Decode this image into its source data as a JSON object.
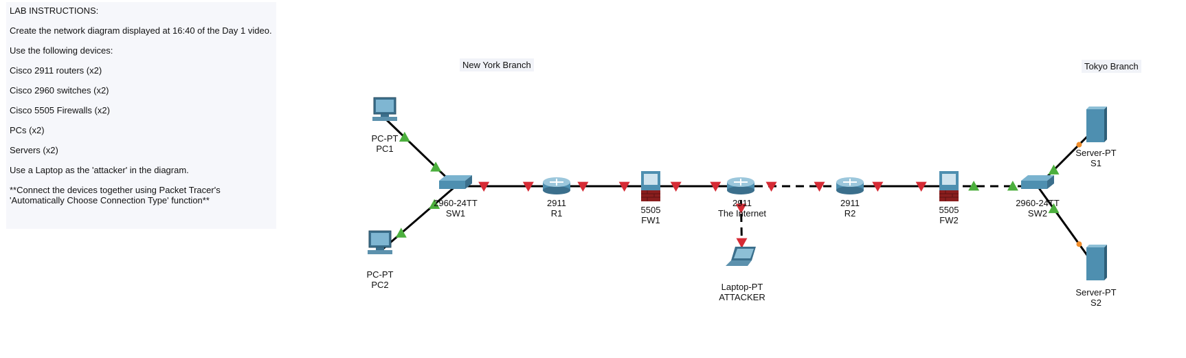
{
  "instructions": {
    "title": "LAB INSTRUCTIONS:",
    "lines": [
      "Create the network diagram displayed at 16:40 of the Day 1 video.",
      "Use the following devices:",
      "Cisco 2911 routers (x2)",
      "Cisco 2960 switches (x2)",
      "Cisco 5505 Firewalls (x2)",
      "PCs (x2)",
      "Servers (x2)",
      "Use a Laptop as the 'attacker' in the diagram.",
      "**Connect the devices together using Packet Tracer's 'Automatically Choose Connection Type' function**"
    ]
  },
  "branches": {
    "new_york": "New York Branch",
    "tokyo": "Tokyo Branch"
  },
  "devices": {
    "pc1": {
      "model": "PC-PT",
      "name": "PC1",
      "icon": "pc-icon"
    },
    "pc2": {
      "model": "PC-PT",
      "name": "PC2",
      "icon": "pc-icon"
    },
    "sw1": {
      "model": "2960-24TT",
      "name": "SW1",
      "icon": "switch-icon"
    },
    "r1": {
      "model": "2911",
      "name": "R1",
      "icon": "router-icon"
    },
    "fw1": {
      "model": "5505",
      "name": "FW1",
      "icon": "firewall-icon"
    },
    "internet": {
      "model": "2911",
      "name": "The Internet",
      "icon": "router-icon"
    },
    "attacker": {
      "model": "Laptop-PT",
      "name": "ATTACKER",
      "icon": "laptop-icon"
    },
    "r2": {
      "model": "2911",
      "name": "R2",
      "icon": "router-icon"
    },
    "fw2": {
      "model": "5505",
      "name": "FW2",
      "icon": "firewall-icon"
    },
    "sw2": {
      "model": "2960-24TT",
      "name": "SW2",
      "icon": "switch-icon"
    },
    "s1": {
      "model": "Server-PT",
      "name": "S1",
      "icon": "server-icon"
    },
    "s2": {
      "model": "Server-PT",
      "name": "S2",
      "icon": "server-icon"
    }
  },
  "links": [
    {
      "from": "pc1",
      "to": "sw1",
      "style": "solid",
      "status": "up"
    },
    {
      "from": "pc2",
      "to": "sw1",
      "style": "solid",
      "status": "up"
    },
    {
      "from": "sw1",
      "to": "r1",
      "style": "solid",
      "status": "down"
    },
    {
      "from": "r1",
      "to": "fw1",
      "style": "solid",
      "status": "down"
    },
    {
      "from": "fw1",
      "to": "internet",
      "style": "solid",
      "status": "down"
    },
    {
      "from": "internet",
      "to": "r2",
      "style": "dashed",
      "status": "down"
    },
    {
      "from": "internet",
      "to": "attacker",
      "style": "dashed",
      "status": "down"
    },
    {
      "from": "r2",
      "to": "fw2",
      "style": "solid",
      "status": "down"
    },
    {
      "from": "fw2",
      "to": "sw2",
      "style": "dashed",
      "status": "up"
    },
    {
      "from": "sw2",
      "to": "s1",
      "style": "solid",
      "status": "up-pending"
    },
    {
      "from": "sw2",
      "to": "s2",
      "style": "solid",
      "status": "up-pending"
    }
  ],
  "colors": {
    "link_up": "#4caf3d",
    "link_down": "#d62b35",
    "link_pending": "#f08c2a",
    "device_blue": "#4e8fb0",
    "firewall_red": "#8a1e1e"
  }
}
